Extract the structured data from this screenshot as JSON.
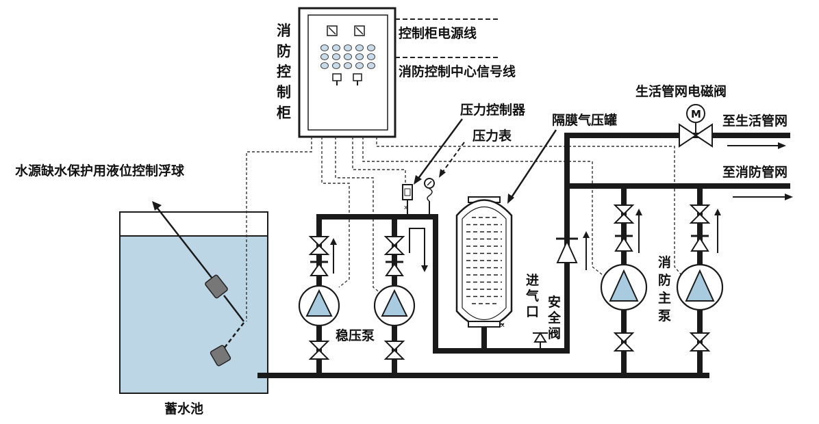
{
  "cabinet": {
    "label_chars": [
      "消",
      "防",
      "控",
      "制",
      "柜"
    ],
    "power_line": "控制柜电源线",
    "signal_line": "消防控制中心信号线"
  },
  "float_switch": {
    "label": "水源缺水保护用液位控制浮球"
  },
  "tank": {
    "label": "蓄水池",
    "water_color": "#bcd6e6"
  },
  "pressure_controller": {
    "label": "压力控制器"
  },
  "pressure_gauge": {
    "label": "压力表"
  },
  "diaphragm_tank": {
    "label": "隔膜气压罐"
  },
  "solenoid": {
    "label": "生活管网电磁阀",
    "symbol": "M"
  },
  "outlets": {
    "domestic": "至生活管网",
    "fire": "至消防管网"
  },
  "jockey_pumps": {
    "label": "稳压泵"
  },
  "air_inlet": {
    "label_chars": [
      "进",
      "气",
      "口"
    ]
  },
  "safety_valve": {
    "label_chars": [
      "安",
      "全",
      "阀"
    ]
  },
  "main_pumps": {
    "label_chars": [
      "消",
      "防",
      "主",
      "泵"
    ]
  },
  "colors": {
    "pump_fill": "#a9cbe0",
    "pipe": "#1a1a1a"
  }
}
